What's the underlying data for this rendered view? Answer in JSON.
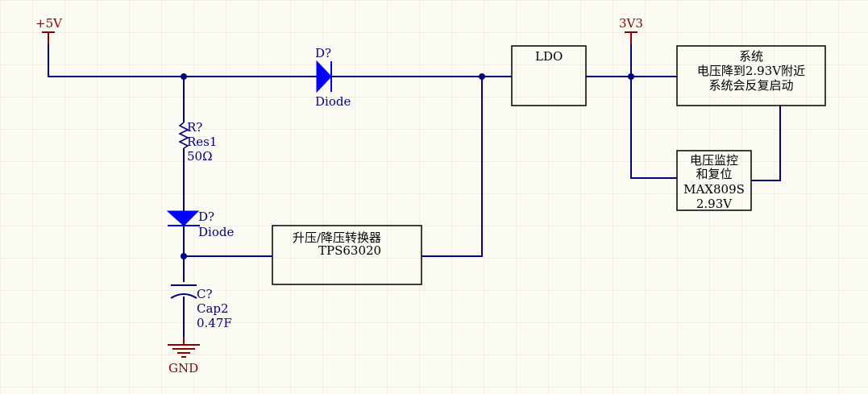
{
  "colors": {
    "background": "#fbfaf3",
    "grid": "#e6e4da",
    "wire": "#000080",
    "power_text": "#8b0000",
    "ref_text": "#000080",
    "box_stroke": "#000000",
    "diode_fill": "#0000ff",
    "junction": "#000080"
  },
  "power": {
    "vcc5": "+5V",
    "vcc33": "3V3",
    "gnd": "GND"
  },
  "diode_top": {
    "designator": "D?",
    "comment": "Diode"
  },
  "resistor": {
    "designator": "R?",
    "comment": "Res1",
    "value": "50Ω"
  },
  "diode_mid": {
    "designator": "D?",
    "comment": "Diode"
  },
  "capacitor": {
    "designator": "C?",
    "comment": "Cap2",
    "value": "0.47F"
  },
  "converter": {
    "line1": "升压/降压转换器",
    "line2": "TPS63020"
  },
  "ldo": {
    "label": "LDO"
  },
  "system": {
    "line1": "系统",
    "line2": "电压降到2.93V附近",
    "line3": "系统会反复启动"
  },
  "monitor": {
    "line1": "电压监控",
    "line2": "和复位",
    "line3": "MAX809S",
    "line4": "2.93V"
  }
}
